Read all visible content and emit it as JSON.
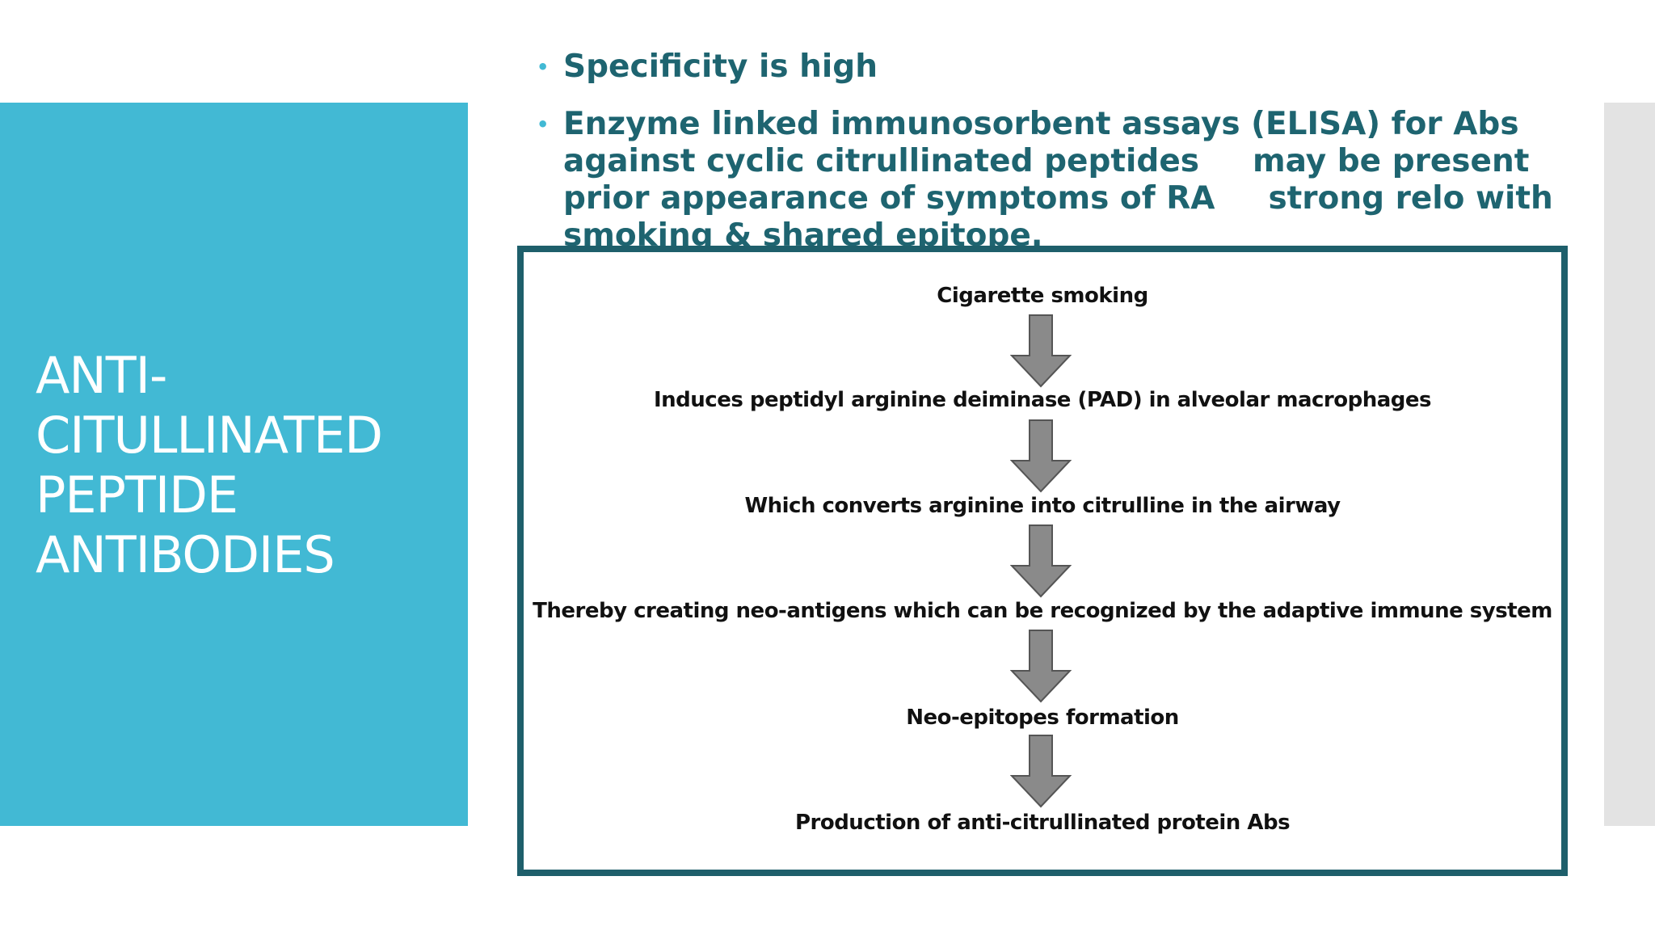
{
  "slide": {
    "title": "ANTI-CITULLINATED PEPTIDE ANTIBODIES",
    "bullets": [
      {
        "parts": [
          "Specificity is high"
        ]
      },
      {
        "parts": [
          "Enzyme linked immunosorbent assays (ELISA) for Abs against cyclic citrullinated peptides",
          "may be present prior appearance of symptoms of RA",
          "strong relo with smoking & shared epitope."
        ]
      }
    ]
  },
  "figure": {
    "steps": [
      "Cigarette smoking",
      "Induces peptidyl arginine deiminase (PAD) in alveolar macrophages",
      "Which converts arginine into citrulline in the airway",
      "Thereby creating neo-antigens which can be recognized by the adaptive immune system",
      "Neo-epitopes formation",
      "Production of anti-citrullinated protein Abs"
    ],
    "arrow_color": "#8a8a8a"
  }
}
